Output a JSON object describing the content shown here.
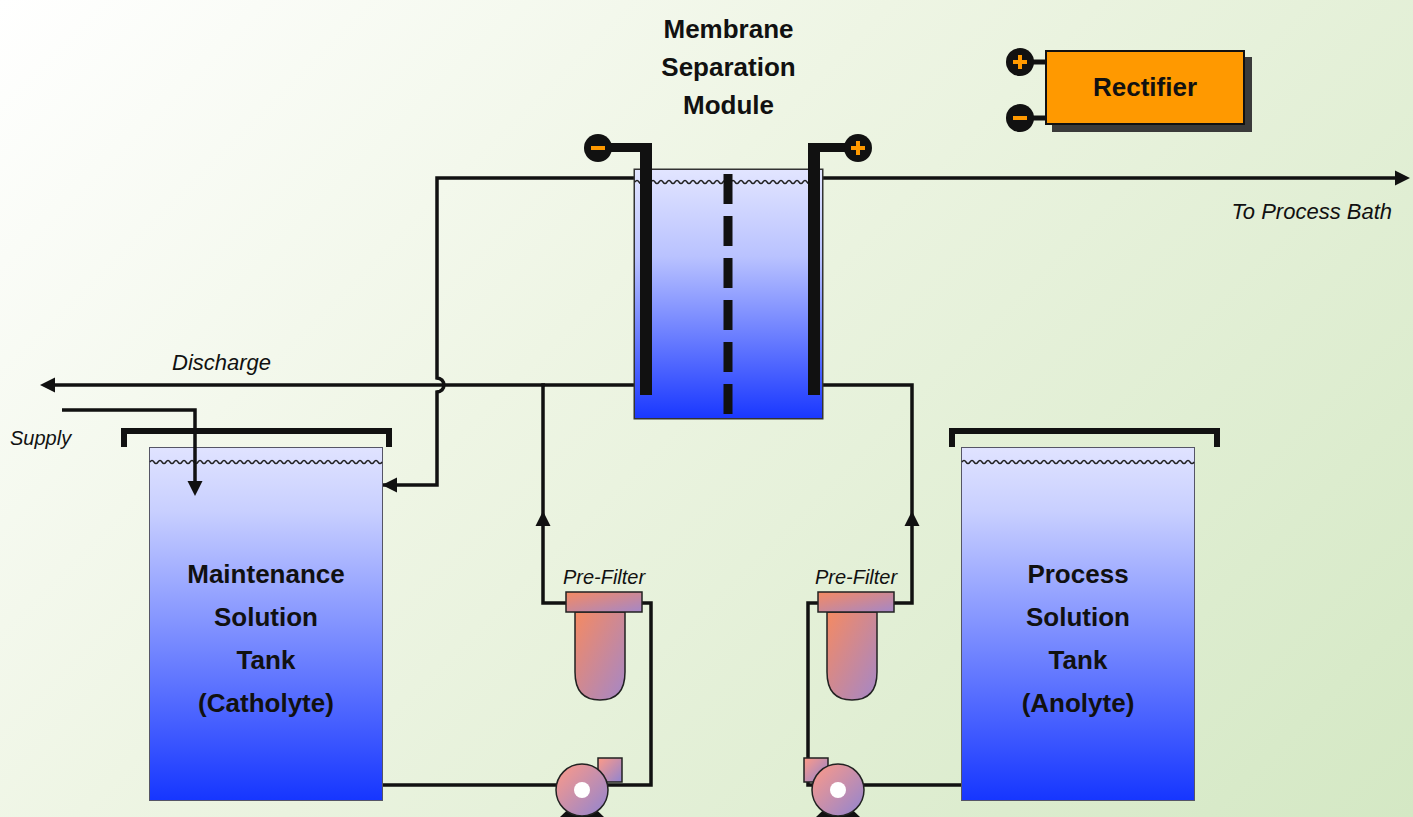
{
  "diagram": {
    "nodes": [
      {
        "text": [
          "Membrane Separation Module"
        ]
      },
      {
        "text": [
          "Rectifier"
        ]
      },
      {
        "text": [
          "Maintenance Solution Tank (Catholyte)"
        ]
      },
      {
        "text": [
          "Pre-Filter"
        ]
      },
      {
        "text": [
          "Pre-Filter"
        ]
      },
      {
        "text": [
          "Process Solution Tank (Anolyte)"
        ]
      }
    ],
    "edges": [
      {
        "from": 2,
        "to": 3,
        "arrow": "none"
      },
      {
        "from": 3,
        "to": 0,
        "arrow": "to"
      },
      {
        "from": 0,
        "to": 2,
        "arrow": "to"
      },
      {
        "from": 5,
        "to": 4,
        "arrow": "none"
      },
      {
        "from": 4,
        "to": 0,
        "arrow": "to"
      }
    ],
    "labels": [
      "To Process Bath",
      "Discharge",
      "Supply"
    ]
  }
}
